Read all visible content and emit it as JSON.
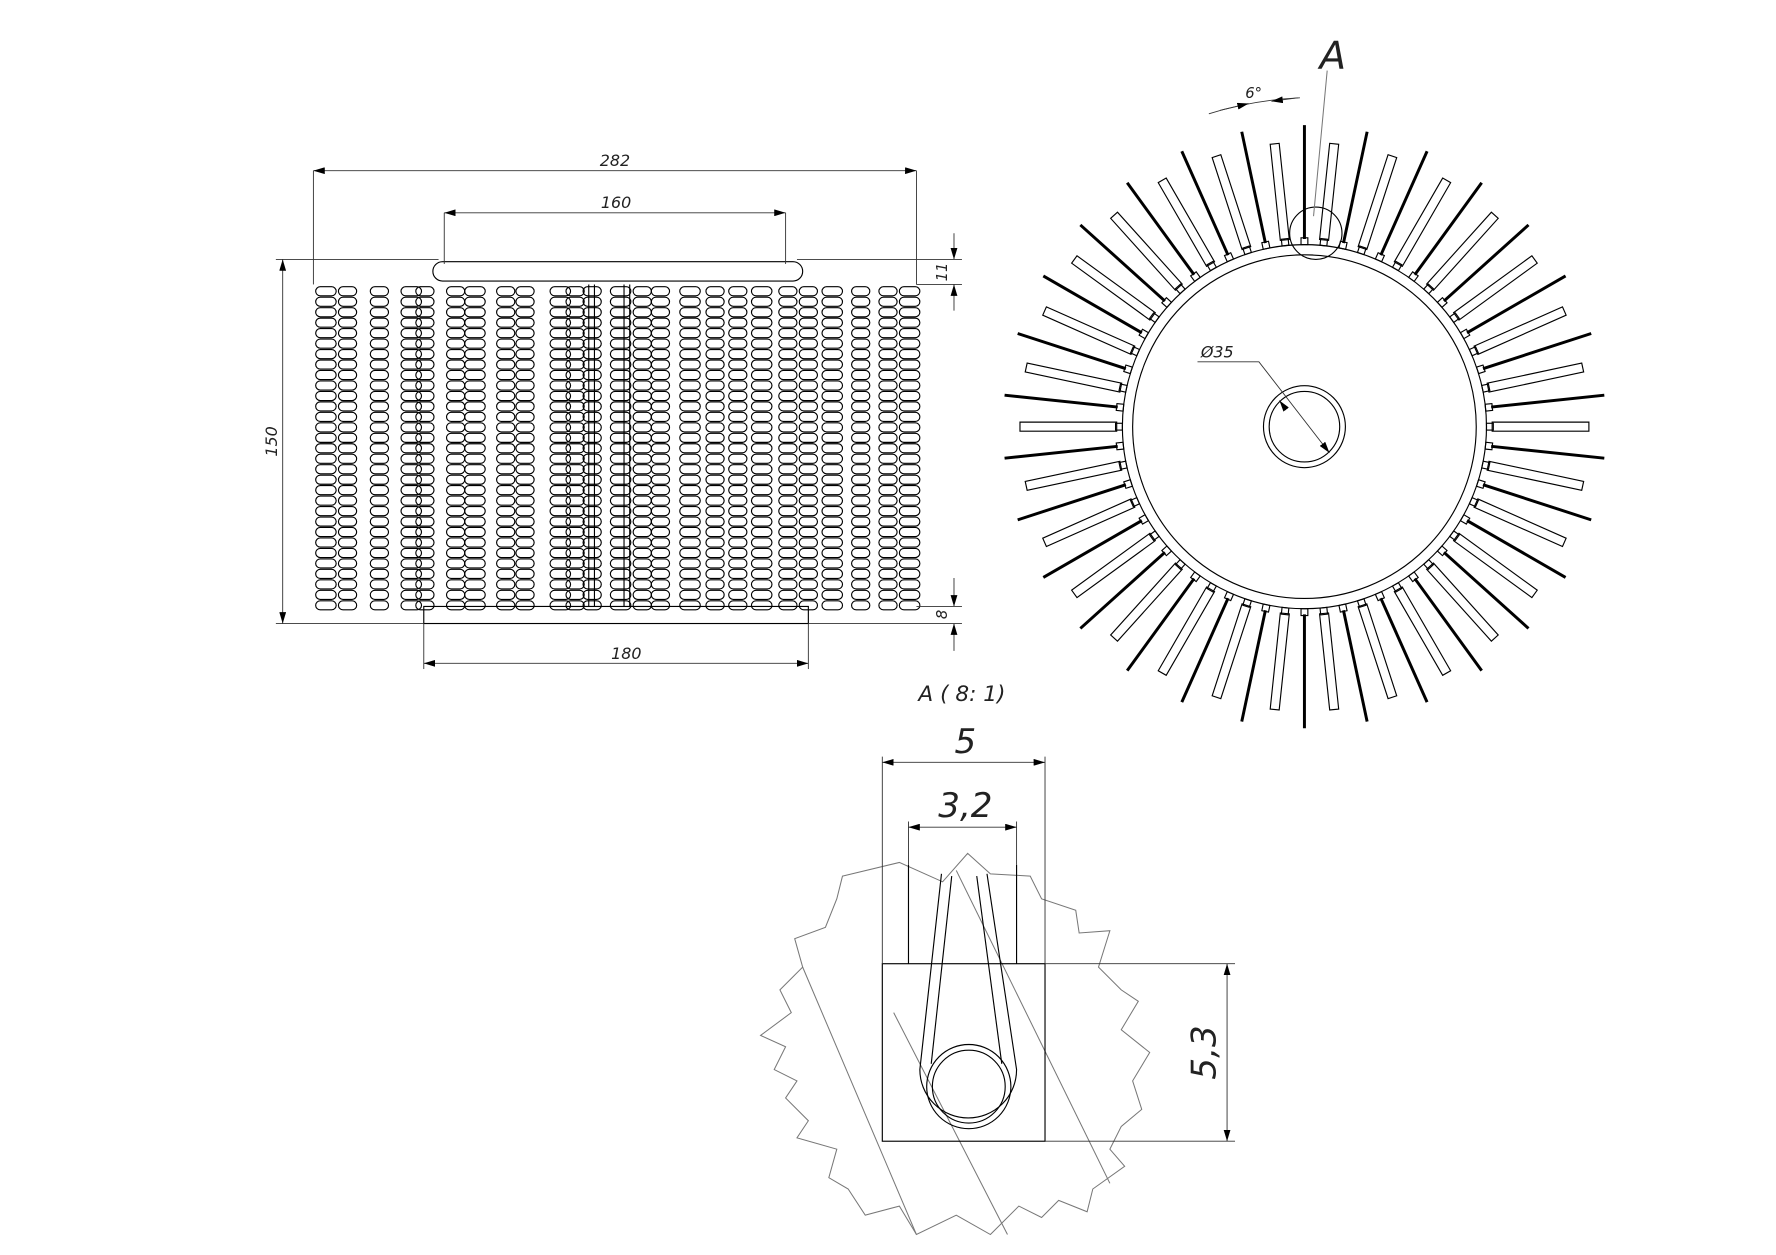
{
  "front_view": {
    "dims": {
      "overall_width": "282",
      "flange_width": "160",
      "flange_height": "11",
      "total_height": "150",
      "hub_height": "8",
      "hub_width": "180"
    }
  },
  "side_view": {
    "detail_marker": "A",
    "angle": "6°",
    "bore_diameter": "Ø35",
    "bristle_count": 60
  },
  "detail_view": {
    "title": "A ( 8: 1)",
    "dims": {
      "outer_width": "5",
      "slot_width": "3,2",
      "height": "5,3"
    }
  }
}
